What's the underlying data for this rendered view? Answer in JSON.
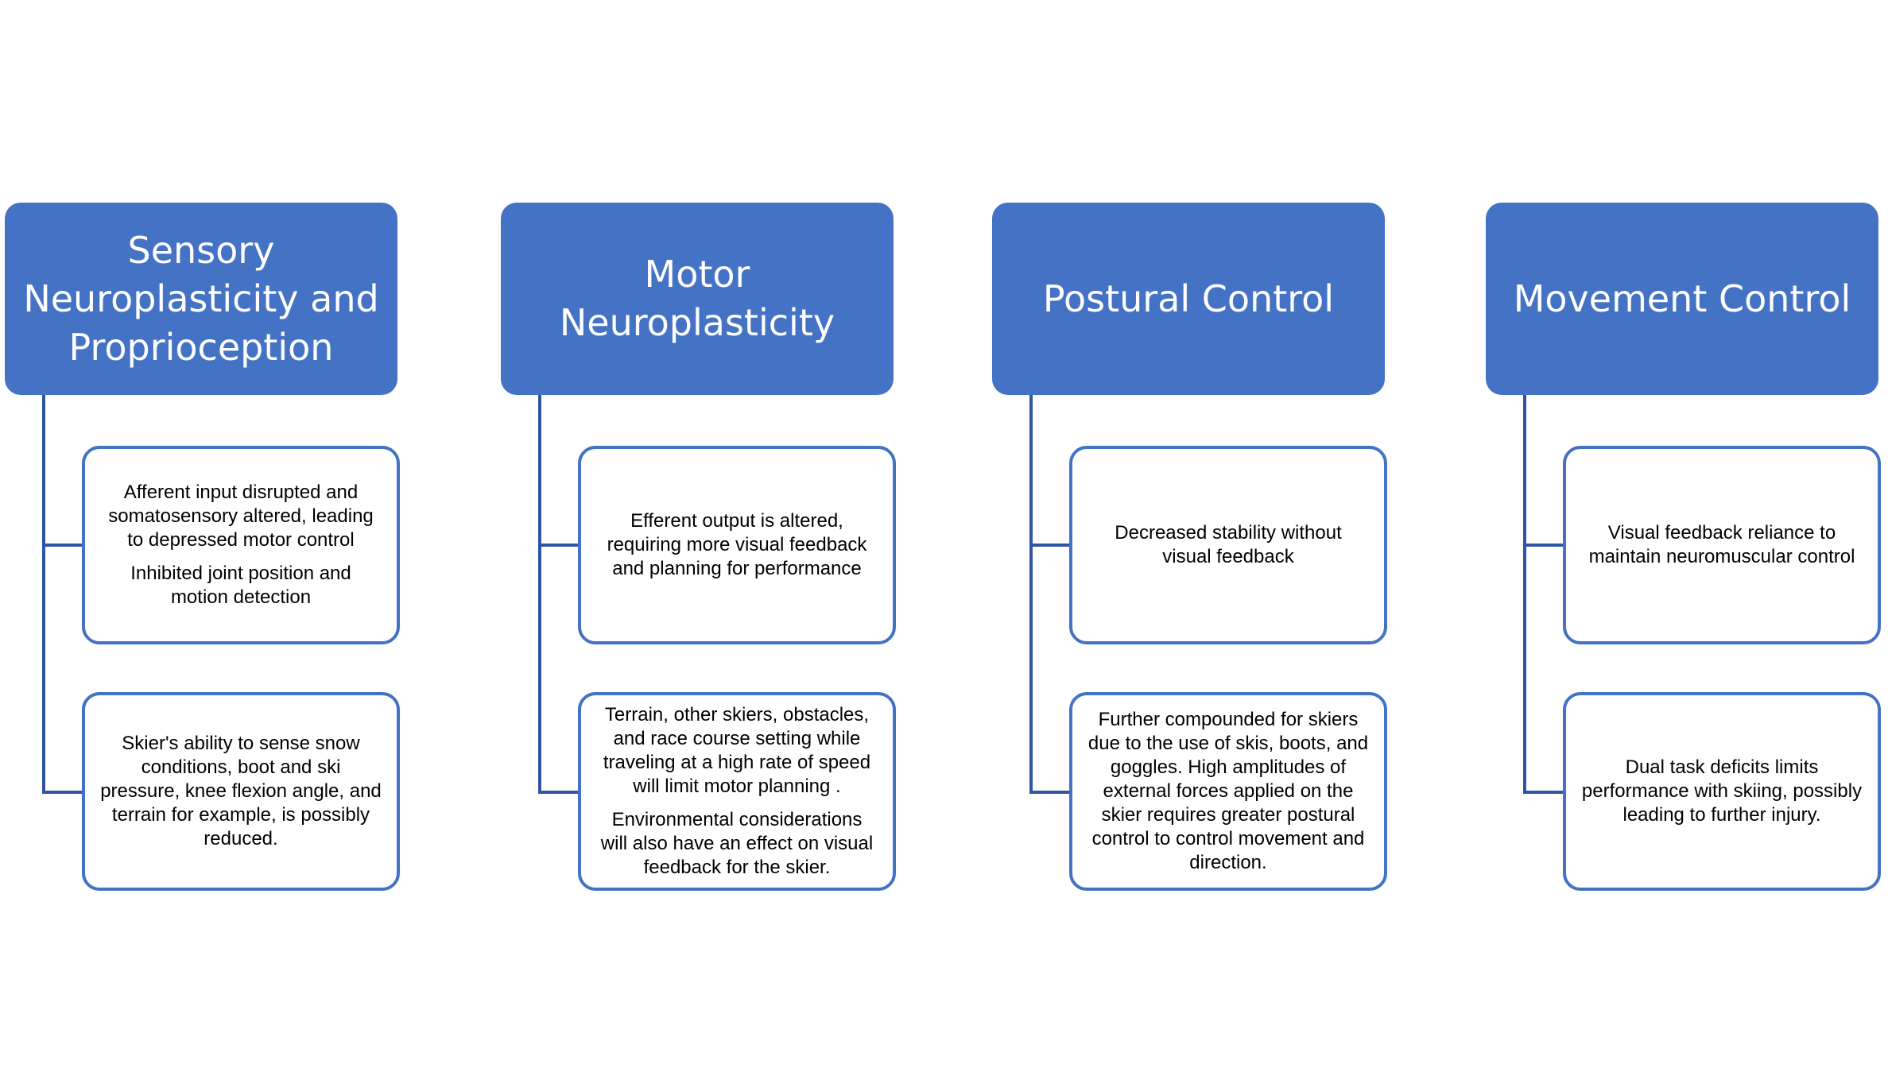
{
  "columns": [
    {
      "title": "Sensory\nNeuroplasticity and\nProprioception",
      "cards": [
        {
          "paragraphs": [
            "Afferent input disrupted and\nsomatosensory altered, leading\nto depressed motor control",
            "Inhibited joint position and\nmotion detection"
          ]
        },
        {
          "paragraphs": [
            "Skier's ability to sense snow\nconditions, boot and ski\npressure, knee flexion angle, and\nterrain for example, is possibly\nreduced."
          ]
        }
      ]
    },
    {
      "title": "Motor\nNeuroplasticity",
      "cards": [
        {
          "paragraphs": [
            "Efferent output is altered,\nrequiring more visual feedback\nand planning for performance"
          ]
        },
        {
          "paragraphs": [
            "Terrain, other skiers, obstacles,\nand race course setting while\ntraveling at a high rate of speed\nwill limit motor planning .",
            "Environmental considerations\nwill also have an effect on visual\nfeedback for the skier."
          ]
        }
      ]
    },
    {
      "title": "Postural Control",
      "cards": [
        {
          "paragraphs": [
            "Decreased stability without\nvisual feedback"
          ]
        },
        {
          "paragraphs": [
            "Further compounded for skiers\ndue to the use of skis, boots, and\ngoggles. High amplitudes of\nexternal forces applied on the\nskier requires greater postural\ncontrol to control movement and\ndirection."
          ]
        }
      ]
    },
    {
      "title": "Movement Control",
      "cards": [
        {
          "paragraphs": [
            "Visual feedback reliance to\nmaintain neuromuscular control"
          ]
        },
        {
          "paragraphs": [
            "Dual task deficits limits\nperformance with skiing, possibly\nleading to further injury."
          ]
        }
      ]
    }
  ]
}
